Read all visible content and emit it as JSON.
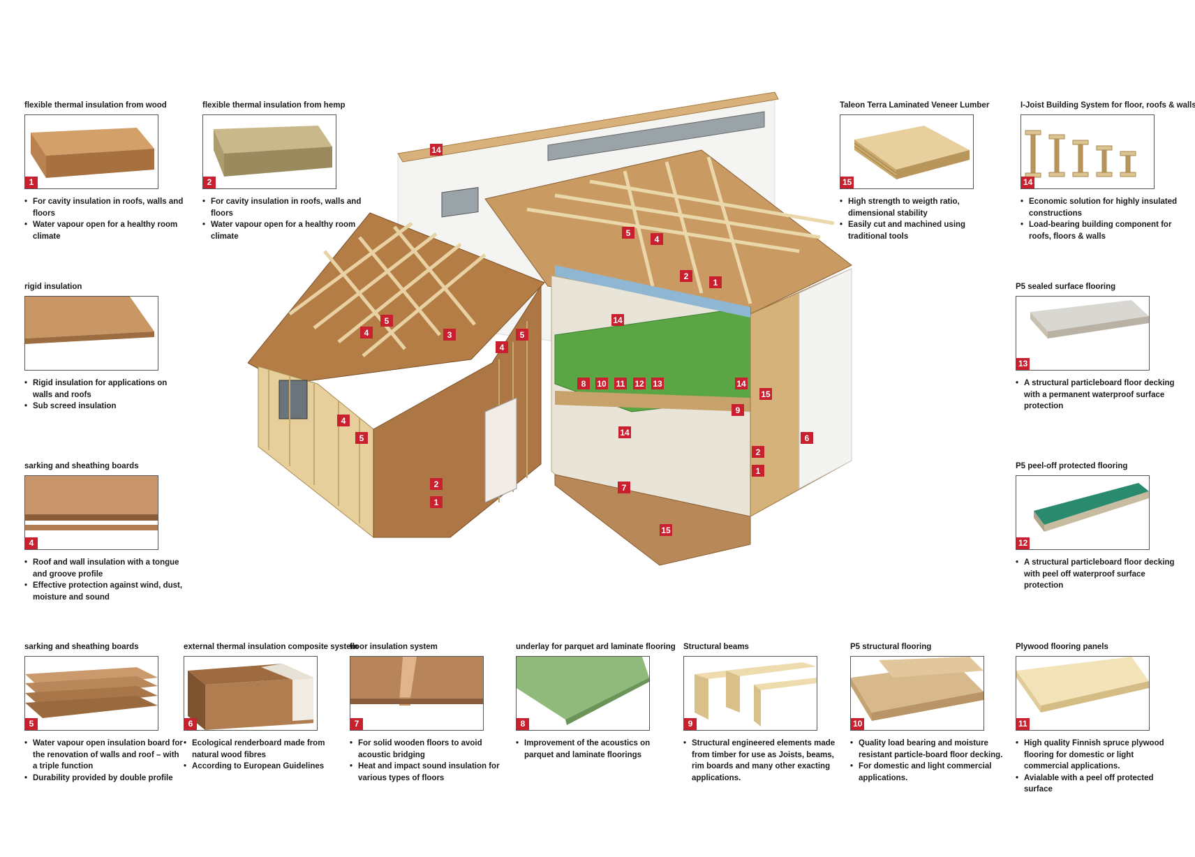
{
  "accent_color": "#c8202f",
  "cards": {
    "c1": {
      "title": "flexible thermal insulation from wood",
      "num": "1",
      "bullets": [
        "For cavity insulation in roofs, walls and floors",
        "Water vapour open for a healthy room climate"
      ]
    },
    "c2": {
      "title": "flexible thermal insulation from hemp",
      "num": "2",
      "bullets": [
        "For cavity insulation in roofs, walls and floors",
        "Water vapour open for a healthy room climate"
      ]
    },
    "c15": {
      "title": "Taleon Terra Laminated Veneer Lumber",
      "num": "15",
      "bullets": [
        "High strength to weigth ratio, dimensional stability",
        "Easily cut and machined using traditional tools"
      ]
    },
    "c14": {
      "title": "I-Joist Building System for floor, roofs & walls",
      "num": "14",
      "bullets": [
        "Economic solution for highly insulated constructions",
        "Load-bearing building component for roofs, floors & walls"
      ]
    },
    "c3": {
      "title": "rigid insulation",
      "num": "",
      "bullets": [
        "Rigid  insulation for applications on walls and roofs",
        "Sub screed insulation"
      ]
    },
    "c13": {
      "title": "P5 sealed surface flooring",
      "num": "13",
      "bullets": [
        "A structural particleboard floor decking with a permanent waterproof surface protection"
      ]
    },
    "c4": {
      "title": "sarking and sheathing boards",
      "num": "4",
      "bullets": [
        "Roof and wall insulation with  a tongue and groove profile",
        "Effective protection against wind, dust, moisture and sound"
      ]
    },
    "c12": {
      "title": "P5 peel-off protected flooring",
      "num": "12",
      "bullets": [
        "A structural particleboard floor decking with peel off waterproof surface protection"
      ]
    },
    "c5": {
      "title": "sarking and sheathing boards",
      "num": "5",
      "bullets": [
        "Water vapour open insulation board for the renovation of walls and roof – with a triple function",
        "Durability provided by double profile"
      ]
    },
    "c6": {
      "title": "external thermal insulation composite system",
      "num": "6",
      "bullets": [
        "Ecological renderboard made from natural wood fibres",
        "According to European Guidelines"
      ]
    },
    "c7": {
      "title": "floor insulation system",
      "num": "7",
      "bullets": [
        "For solid wooden floors to avoid acoustic bridging",
        "Heat and impact sound insulation for various types of floors"
      ]
    },
    "c8": {
      "title": "underlay for parquet ard laminate flooring",
      "num": "8",
      "bullets": [
        "Improvement of the acoustics on parquet and laminate floorings"
      ]
    },
    "c9": {
      "title": "Structural beams",
      "num": "9",
      "bullets": [
        "Structural engineered elements made from timber for use as Joists, beams, rim boards and many other exacting applications."
      ]
    },
    "c10": {
      "title": "P5 structural flooring",
      "num": "10",
      "bullets": [
        "Quality load bearing and moisture resistant particle-board floor decking.",
        "For domestic and light commercial applications."
      ]
    },
    "c11": {
      "title": "Plywood flooring panels",
      "num": "11",
      "bullets": [
        "High quality Finnish spruce plywood flooring for domestic or light commercial applications.",
        "Avialable with a peel off protected surface"
      ]
    }
  },
  "house": {
    "markers": [
      "14",
      "5",
      "4",
      "2",
      "1",
      "14",
      "5",
      "4",
      "3",
      "4",
      "5",
      "4",
      "5",
      "2",
      "1",
      "8",
      "10",
      "11",
      "12",
      "13",
      "14",
      "15",
      "9",
      "14",
      "2",
      "1",
      "6",
      "7",
      "15"
    ]
  }
}
